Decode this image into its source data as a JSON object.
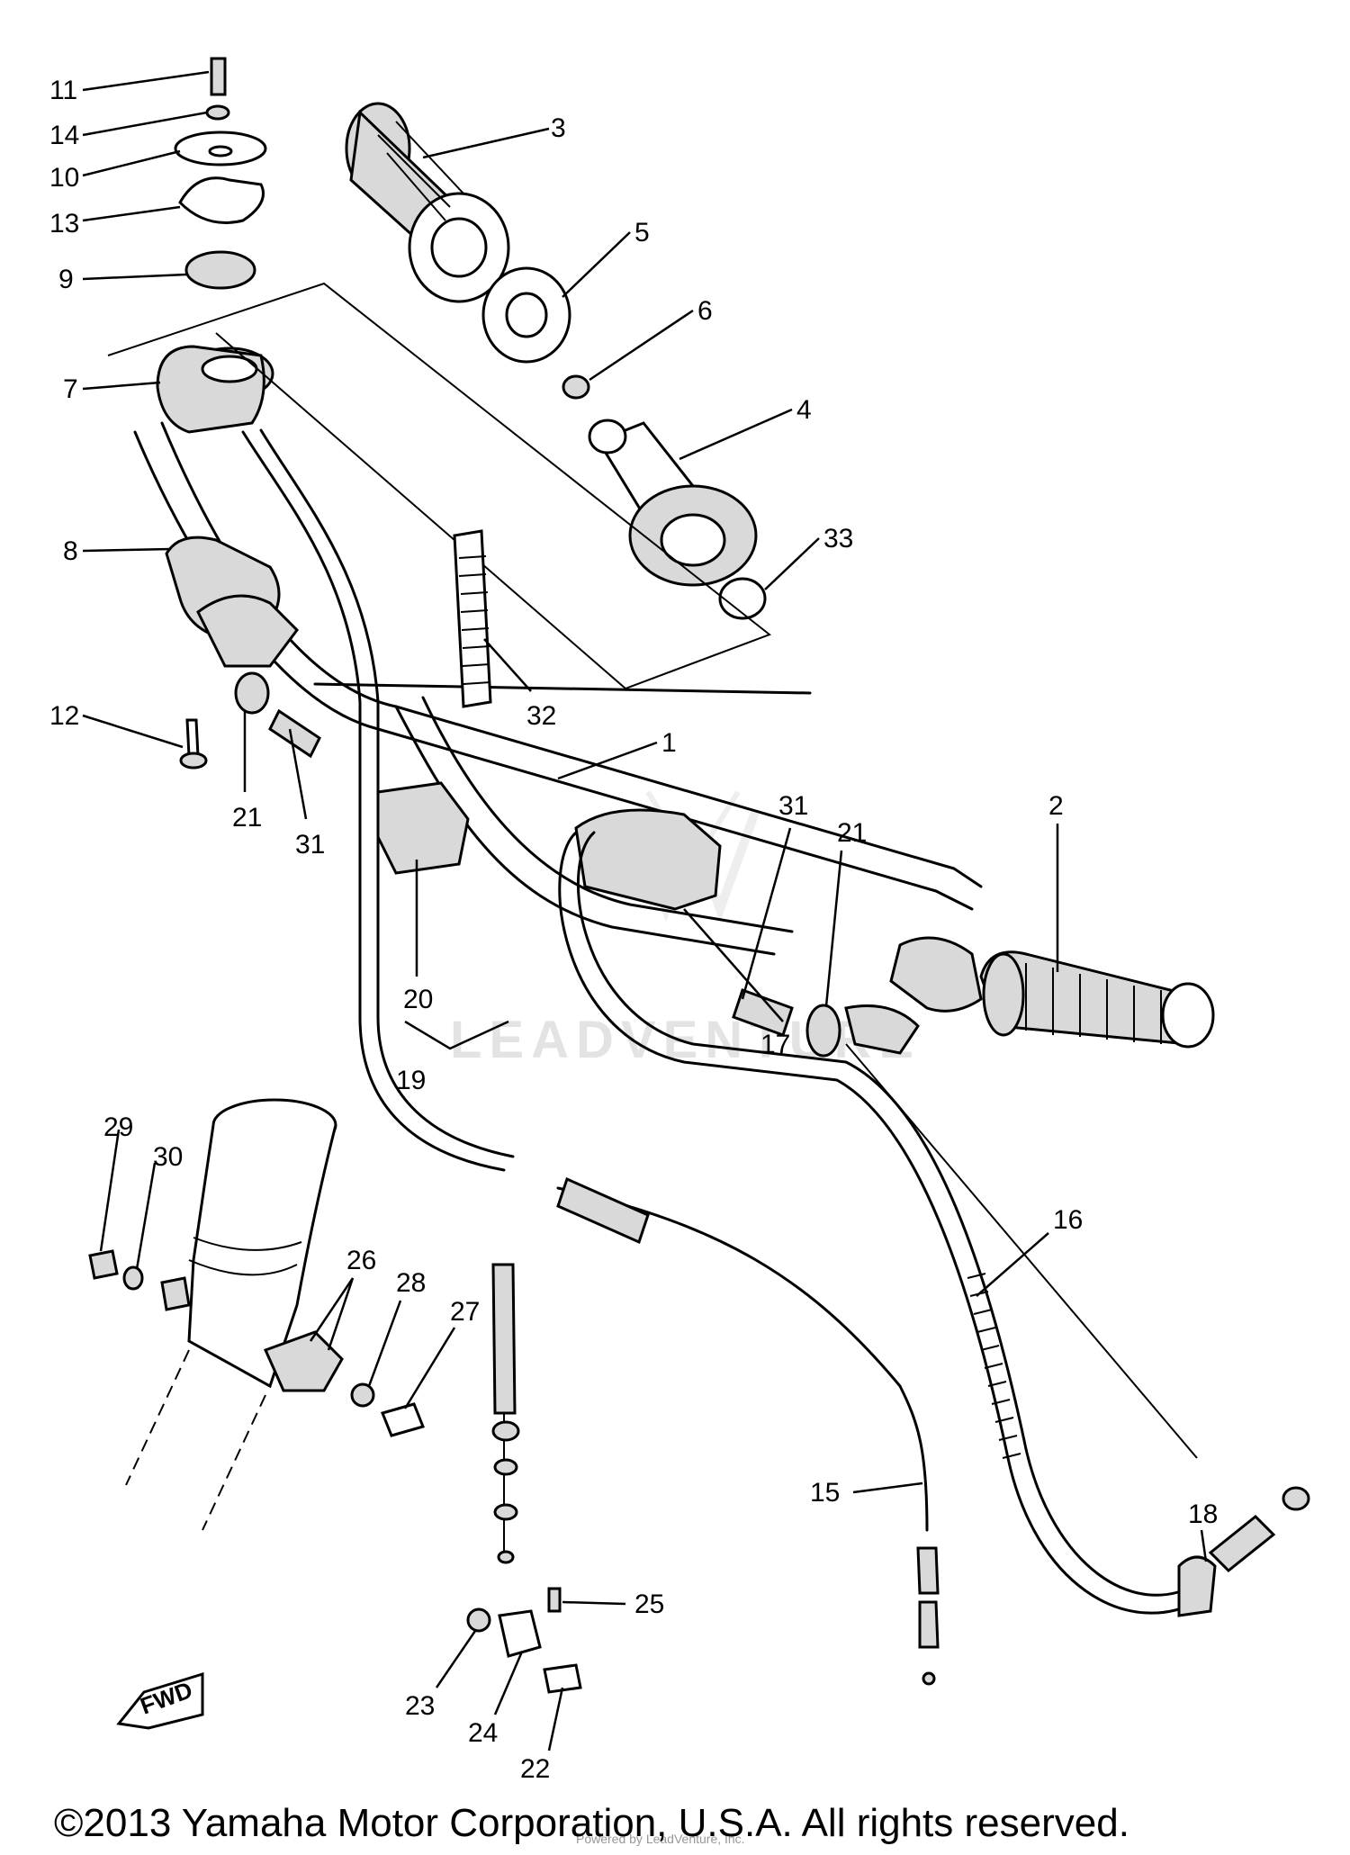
{
  "callouts": {
    "p11": "11",
    "p14": "14",
    "p10": "10",
    "p13": "13",
    "p9": "9",
    "p7": "7",
    "p8": "8",
    "p12": "12",
    "p21a": "21",
    "p31a": "31",
    "p3": "3",
    "p5": "5",
    "p6": "6",
    "p4": "4",
    "p33": "33",
    "p32": "32",
    "p1": "1",
    "p31b": "31",
    "p21b": "21",
    "p2": "2",
    "p20": "20",
    "p19": "19",
    "p17": "17",
    "p16": "16",
    "p29": "29",
    "p30": "30",
    "p26": "26",
    "p28": "28",
    "p27": "27",
    "p15": "15",
    "p18": "18",
    "p25": "25",
    "p23": "23",
    "p24": "24",
    "p22": "22"
  },
  "fwd_label": "FWD",
  "watermark": "LEADVENTURE",
  "watermark_sub": "Powered by LeadVenture, Inc.",
  "copyright": "©2013 Yamaha Motor Corporation, U.S.A. All rights reserved."
}
